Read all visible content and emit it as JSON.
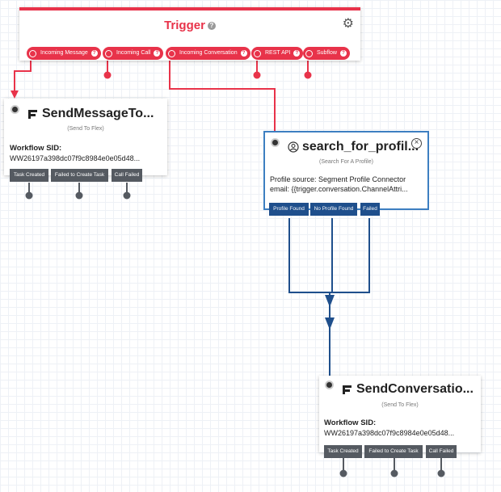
{
  "trigger": {
    "title": "Trigger",
    "help": "?",
    "pills": [
      {
        "label": "Incoming Message"
      },
      {
        "label": "Incoming Call"
      },
      {
        "label": "Incoming Conversation"
      },
      {
        "label": "REST API"
      },
      {
        "label": "Subflow"
      }
    ]
  },
  "send_message": {
    "title": "SendMessageTo...",
    "subtitle": "(Send To Flex)",
    "field_label": "Workflow SID:",
    "field_value": "WW26197a398dc07f9c8984e0e05d48...",
    "ports": [
      "Task Created",
      "Failed to Create Task",
      "Call Failed"
    ]
  },
  "search_profile": {
    "title": "search_for_profil...",
    "subtitle": "(Search For A Profile)",
    "line1": "Profile source: Segment Profile Connector",
    "line2": "email: {{trigger.conversation.ChannelAttri...",
    "ports": [
      "Profile Found",
      "No Profile Found",
      "Failed"
    ]
  },
  "send_conversation": {
    "title": "SendConversatio...",
    "subtitle": "(Send To Flex)",
    "field_label": "Workflow SID:",
    "field_value": "WW26197a398dc07f9c8984e0e05d48...",
    "ports": [
      "Task Created",
      "Failed to Create Task",
      "Call Failed"
    ]
  },
  "colors": {
    "trigger_red": "#e8334a",
    "selected_blue": "#3d7fc1",
    "connector_blue": "#1f4f8c",
    "port_gray": "#555a61"
  },
  "icons": [
    "gear-icon",
    "help-icon",
    "flex-icon",
    "profile-icon",
    "close-icon"
  ]
}
